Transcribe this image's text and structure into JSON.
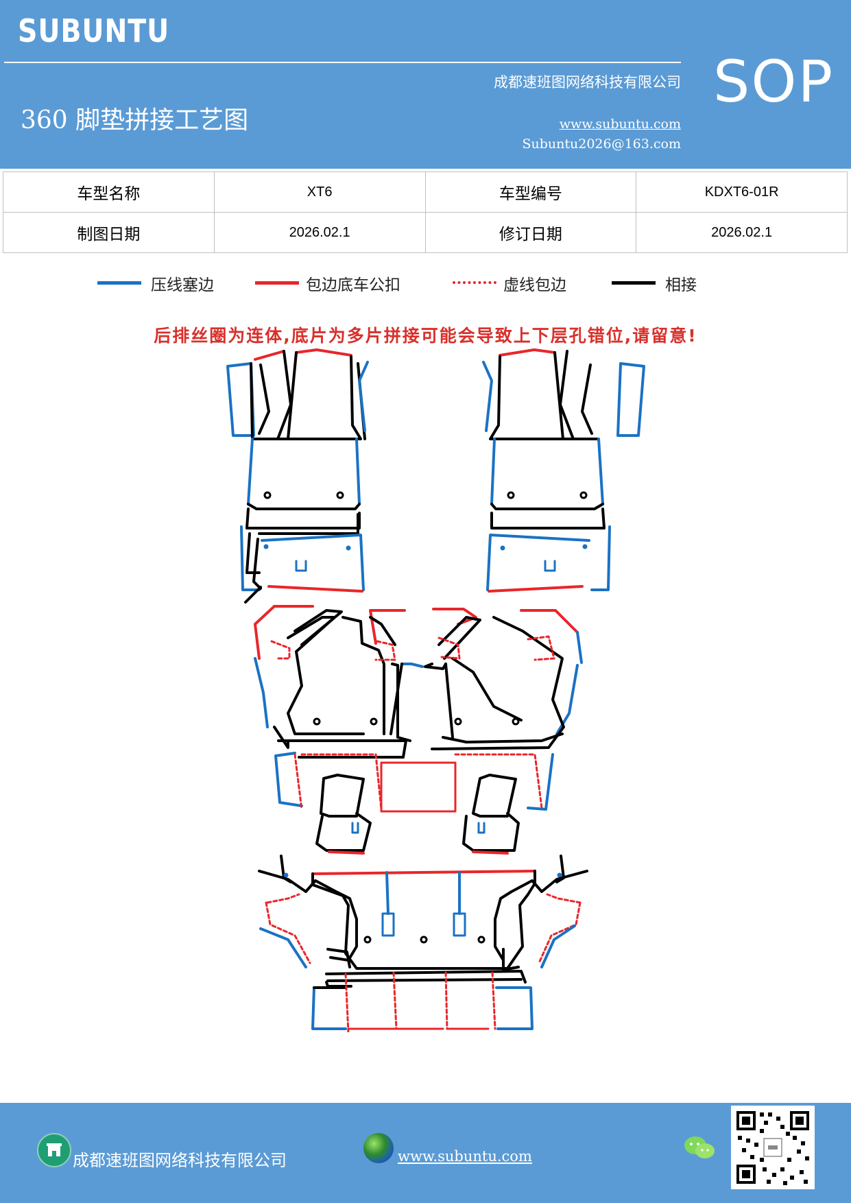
{
  "header": {
    "brand": "SUBUNTU",
    "title": "360 脚垫拼接工艺图",
    "company": "成都速班图网络科技有限公司",
    "website": "www.subuntu.com",
    "email": "Subuntu2026@163.com",
    "badge": "SOP"
  },
  "info_table": {
    "rows": [
      {
        "label1": "车型名称",
        "value1": "XT6",
        "label2": "车型编号",
        "value2": "KDXT6-01R"
      },
      {
        "label1": "制图日期",
        "value1": "2026.02.1",
        "label2": "修订日期",
        "value2": "2026.02.1"
      }
    ]
  },
  "legend": [
    {
      "label": "压线塞边",
      "color": "#1a72c4",
      "style": "solid"
    },
    {
      "label": "包边底车公扣",
      "color": "#e8262a",
      "style": "solid"
    },
    {
      "label": "虚线包边",
      "color": "#e8262a",
      "style": "dotted"
    },
    {
      "label": "相接",
      "color": "#000000",
      "style": "solid"
    }
  ],
  "warning": "后排丝圈为连体,底片为多片拼接可能会导致上下层孔错位,请留意!",
  "colors": {
    "header_bg": "#5b9bd5",
    "blue_edge": "#1a72c4",
    "red_edge": "#e8262a",
    "joint": "#000000"
  },
  "footer": {
    "company": "成都速班图网络科技有限公司",
    "website": "www.subuntu.com",
    "icons": [
      "building-icon",
      "globe-icon",
      "wechat-icon",
      "qr-code"
    ]
  }
}
